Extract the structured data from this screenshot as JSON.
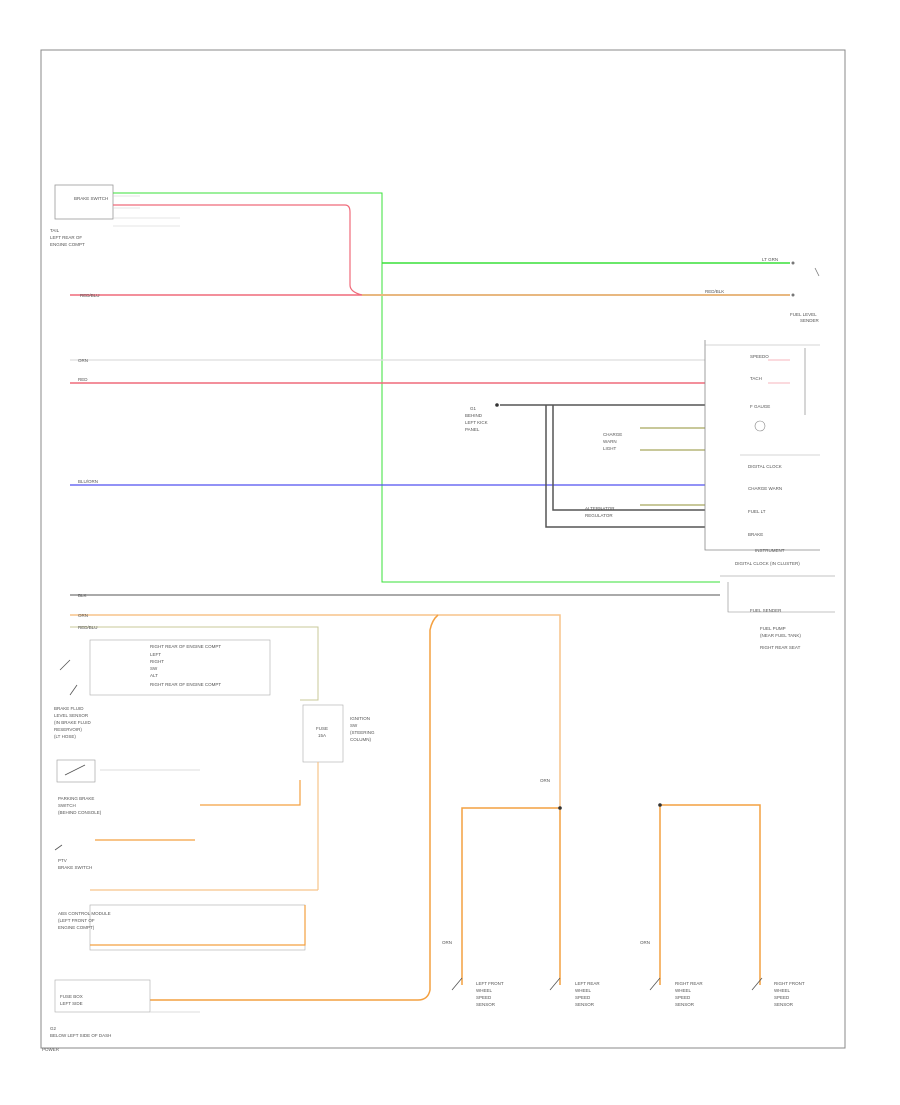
{
  "labels": {
    "top_left_sw": "BRAKE SWITCH",
    "loc1a": "TAIL",
    "loc1b": "LEFT REAR OF",
    "loc1c": "ENGINE COMPT",
    "w_red_left": "RED/BLU",
    "w_ltgrn": "LT GRN",
    "w_red": "RED",
    "w_blu": "BLU/ORN",
    "w_blk": "BLK",
    "w_orn": "ORN",
    "w_org2": "RED/BLK",
    "fuel_sender": "FUEL LEVEL",
    "fuel_sender2": "SENDER",
    "ic_1": "SPEEDO",
    "ic_2": "TACH",
    "ic_3": "F GAUGE",
    "ic_4": "DIGITAL CLOCK",
    "ic_5": "CHARGE WARN",
    "ic_6": "FUEL LT",
    "ic_7": "BRAKE",
    "ic_title": "INSTRUMENT",
    "ic_title2": "DIGITAL CLOCK (IN CLUSTER)",
    "fuel_pump_a": "FUEL SENDER",
    "fuel_pump_b": "FUEL PUMP",
    "fuel_pump_c": "(NEAR FUEL TANK)",
    "fuel_pump_d": "RIGHT REAR SEAT",
    "ground_a": "G1",
    "ground_b": "BEHIND",
    "ground_c": "LEFT KICK",
    "ground_d": "PANEL",
    "warn_a": "CHARGE",
    "warn_b": "WARN",
    "warn_c": "LIGHT",
    "alt_a": "ALTERNATOR",
    "alt_b": "REGULATOR",
    "ptn_1": "RIGHT REAR OF ENGINE COMPT",
    "ptn_2": "LEFT",
    "ptn_3": "RIGHT",
    "ptn_4": "SW",
    "ptn_5": "ALT",
    "ptn_6": "RIGHT REAR OF ENGINE COMPT",
    "brk_a": "BRAKE FLUID",
    "brk_b": "LEVEL SENSOR",
    "brk_c": "(IN BRAKE FLUID",
    "brk_d": "RESERVOIR)",
    "brk_e": "(LT HOSE)",
    "park_a": "PARKING BRAKE",
    "park_b": "SWITCH",
    "park_c": "(BEHIND CONSOLE)",
    "ptv_a": "PTV",
    "ptv_b": "BRAKE SWITCH",
    "abs_a": "ABS CONTROL MODULE",
    "abs_b": "(LEFT FRONT OF",
    "abs_c": "ENGINE COMPT)",
    "fuse": "FUSE",
    "fuse2": "15A",
    "ign_a": "IGNITION",
    "ign_b": "SW",
    "ign_c": "(STEERING",
    "ign_d": "COLUMN)",
    "pwr_a": "FUSE BOX",
    "pwr_b": "LEFT SIDE",
    "ws_1": "LEFT FRONT",
    "ws_2": "WHEEL",
    "ws_3": "SPEED",
    "ws_4": "SENSOR",
    "ws_5": "LEFT REAR",
    "ws_6": "RIGHT REAR",
    "ws_7": "RIGHT FRONT",
    "orn_lbl": "ORN",
    "orn_lbl2": "ORN",
    "orn_lbl3": "ORN",
    "orn_lbl4": "ORN",
    "foot_a": "G2",
    "foot_b": "BELOW LEFT SIDE OF DASH",
    "foot_c": "POWER"
  },
  "colors": {
    "green": "#38e038",
    "red": "#ef6a7a",
    "blue": "#5050f0",
    "orange": "#f4a040",
    "orange_light": "#f7c48a",
    "tan": "#e8b880",
    "gray": "#555555",
    "olive": "#c8c89a",
    "pink": "#e85080"
  }
}
